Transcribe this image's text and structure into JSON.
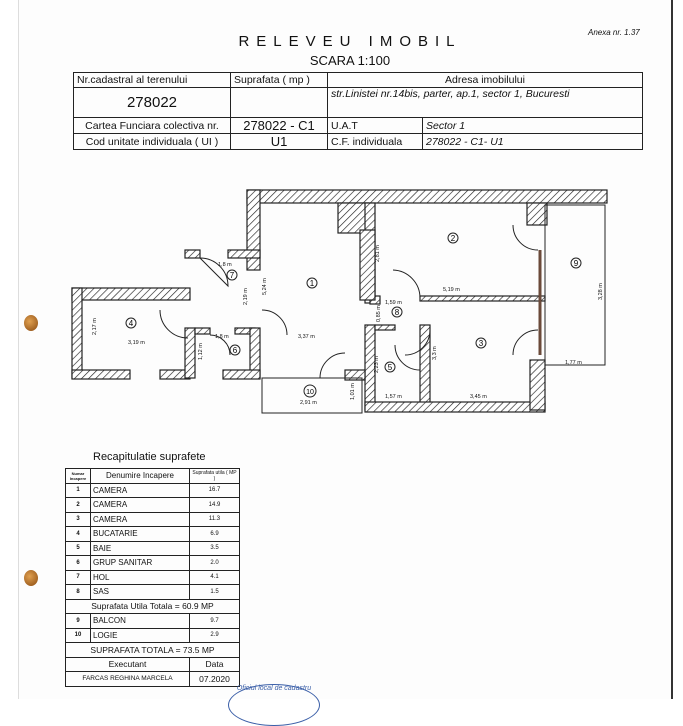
{
  "header": {
    "title": "RELEVEU IMOBIL",
    "scale": "SCARA 1:100",
    "annex": "Anexa nr. 1.37"
  },
  "info_table": {
    "col_cadastral": "Nr.cadastral al terenului",
    "col_area": "Suprafata ( mp )",
    "col_address": "Adresa imobilului",
    "cadastral": "278022",
    "area": "",
    "address": "str.Linistei nr.14bis, parter, ap.1, sector 1, Bucuresti",
    "cf_label": "Cartea Funciara colectiva nr.",
    "cf_value": "278022 - C1",
    "uat_label": "U.A.T",
    "uat_value": "Sector 1",
    "ui_label": "Cod unitate individuala ( UI )",
    "ui_value": "U1",
    "cfi_label": "C.F. individuala",
    "cfi_value": "278022 - C1- U1"
  },
  "plan": {
    "rooms": [
      "1",
      "2",
      "3",
      "4",
      "5",
      "6",
      "7",
      "8",
      "9",
      "10"
    ],
    "dims": {
      "d1": "1,8 m",
      "d2": "2,19 m",
      "d3": "5,24 m",
      "d4": "2,17 m",
      "d5": "3,19 m",
      "d6": "1,8 m",
      "d7": "1,12 m",
      "d8": "3,37 m",
      "d9": "2,91 m",
      "d10": "1,01 m",
      "d11": "2,81 m",
      "d12": "5,19 m",
      "d13": "1,59 m",
      "d14": "0,85 m",
      "d15": "2,23 m",
      "d16": "1,57 m",
      "d17": "3,3 m",
      "d18": "3,45 m",
      "d19": "3,28 m",
      "d20": "1,77 m"
    }
  },
  "recap": {
    "title": "Recapitulatie suprafete",
    "col_num": "Numar Incapere",
    "col_name": "Denumire Incapere",
    "col_area": "Suprafata utila ( MP )",
    "rows": [
      {
        "n": "1",
        "name": "CAMERA",
        "area": "16.7"
      },
      {
        "n": "2",
        "name": "CAMERA",
        "area": "14.9"
      },
      {
        "n": "3",
        "name": "CAMERA",
        "area": "11.3"
      },
      {
        "n": "4",
        "name": "BUCATARIE",
        "area": "6.9"
      },
      {
        "n": "5",
        "name": "BAIE",
        "area": "3.5"
      },
      {
        "n": "6",
        "name": "GRUP SANITAR",
        "area": "2.0"
      },
      {
        "n": "7",
        "name": "HOL",
        "area": "4.1"
      },
      {
        "n": "8",
        "name": "SAS",
        "area": "1.5"
      }
    ],
    "useful_total": "Suprafata Utila Totala = 60.9 MP",
    "extra_rows": [
      {
        "n": "9",
        "name": "BALCON",
        "area": "9.7"
      },
      {
        "n": "10",
        "name": "LOGIE",
        "area": "2.9"
      }
    ],
    "grand_total": "SUPRAFATA TOTALA = 73.5 MP",
    "executant_label": "Executant",
    "date_label": "Data",
    "executant": "FARCAS REGHINA MARCELA",
    "date": "07.2020",
    "stamp": "Oficiul local de cadastru"
  }
}
